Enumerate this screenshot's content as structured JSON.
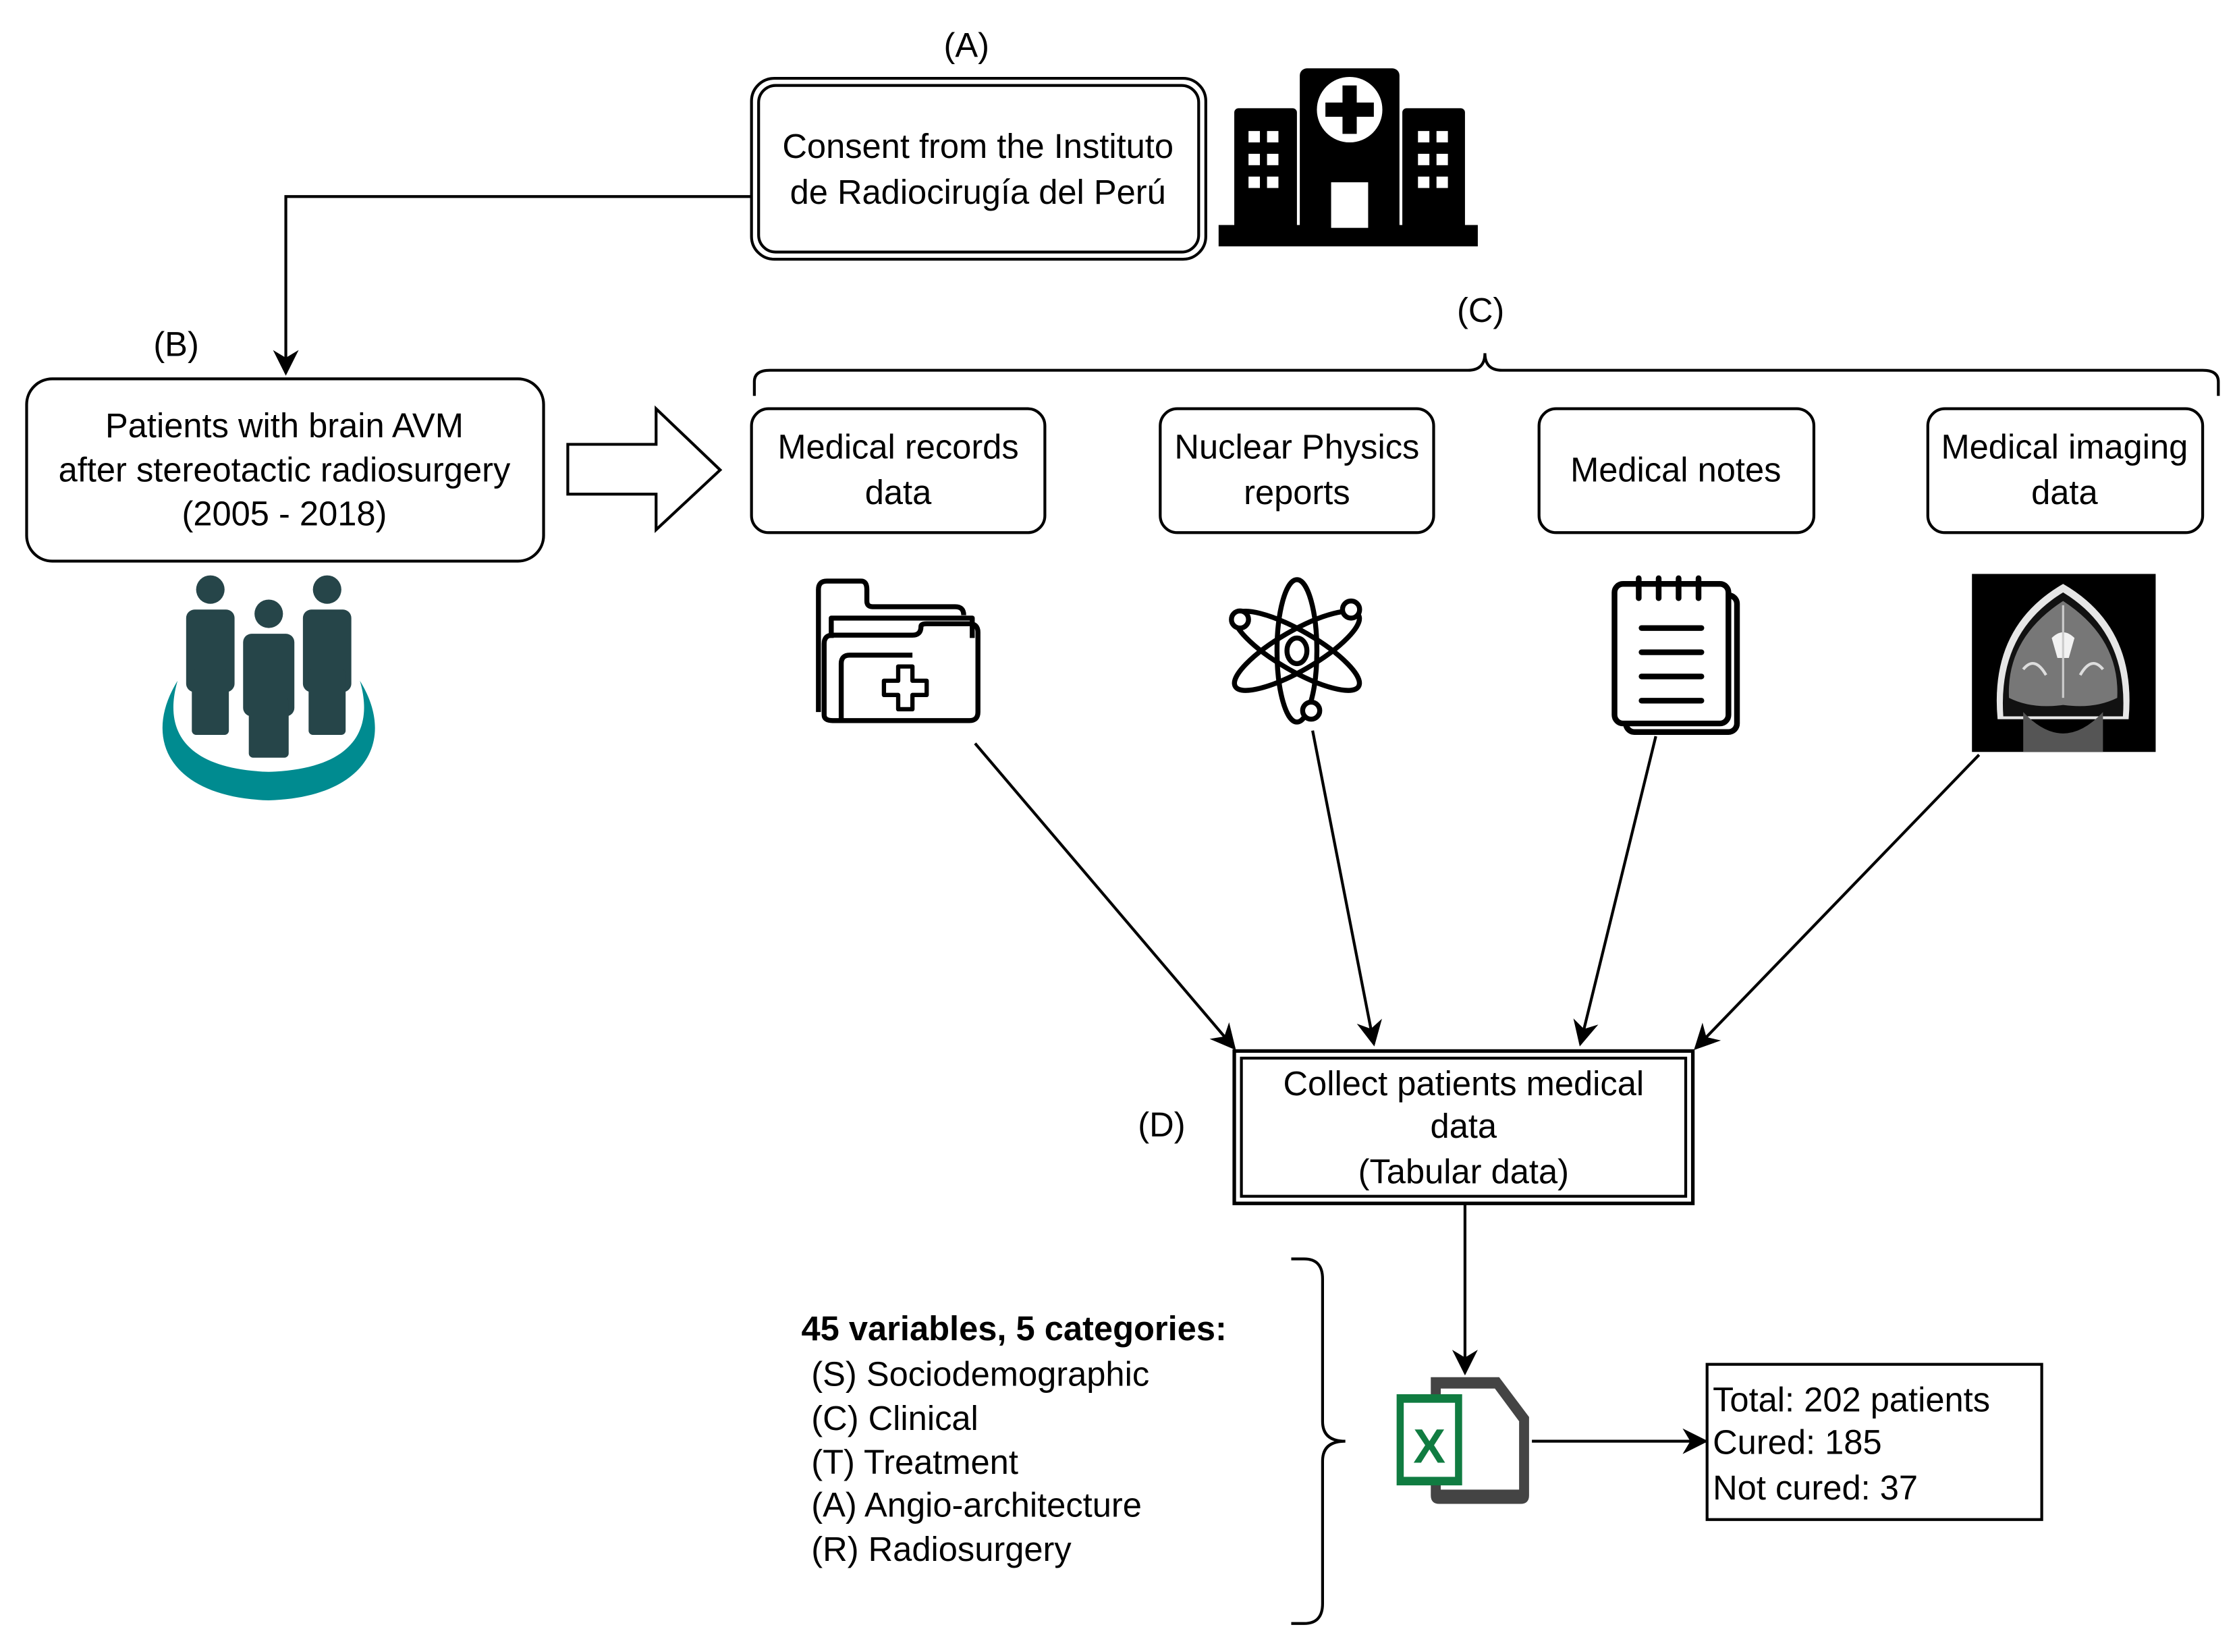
{
  "stages": {
    "A": {
      "label": "(A)",
      "lines": [
        "Consent from the Instituto",
        "de Radiocirugía del Perú"
      ],
      "icon": "hospital-icon"
    },
    "B": {
      "label": "(B)",
      "lines": [
        "Patients with brain AVM",
        "after stereotactic radiosurgery",
        "(2005 - 2018)"
      ],
      "icon": "patients-group-icon"
    },
    "C": {
      "label": "(C)",
      "sources": [
        {
          "lines": [
            "Medical records",
            "data"
          ],
          "icon": "medical-folder-icon"
        },
        {
          "lines": [
            "Nuclear Physics",
            "reports"
          ],
          "icon": "atom-icon"
        },
        {
          "lines": [
            "Medical notes"
          ],
          "icon": "notepad-icon"
        },
        {
          "lines": [
            "Medical imaging",
            "data"
          ],
          "icon": "brain-mri-image"
        }
      ]
    },
    "D": {
      "label": "(D)",
      "lines": [
        "Collect patients medical",
        "data",
        "(Tabular data)"
      ]
    }
  },
  "variables": {
    "heading": "45 variables, 5 categories:",
    "categories": [
      "(S) Sociodemographic",
      "(C) Clinical",
      "(T) Treatment",
      "(A) Angio-architecture",
      "(R) Radiosurgery"
    ]
  },
  "output": {
    "icon": "excel-file-icon",
    "lines": [
      "Total: 202 patients",
      "Cured: 185",
      "Not cured: 37"
    ]
  },
  "colors": {
    "people": "#264549",
    "teal_ring": "#008b90",
    "excel_green": "#107c41",
    "excel_doc": "#444444"
  }
}
